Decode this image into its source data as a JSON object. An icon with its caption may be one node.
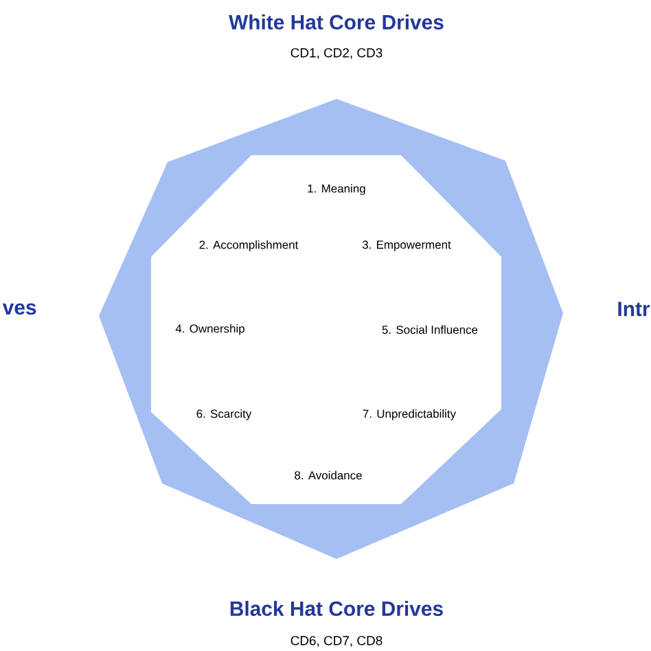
{
  "diagram": {
    "nodes": [
      {
        "text": [
          "1. Meaning",
          "2. Accomplishment",
          "3. Empowerment",
          "4. Ownership",
          "5. Social Influence",
          "6. Scarcity",
          "7. Unpredictability",
          "8. Avoidance"
        ]
      }
    ],
    "labels": [
      "White Hat Core Drives",
      "CD1, CD2, CD3",
      "ves",
      "Intr",
      "Black Hat Core Drives",
      "CD6, CD7, CD8"
    ]
  }
}
